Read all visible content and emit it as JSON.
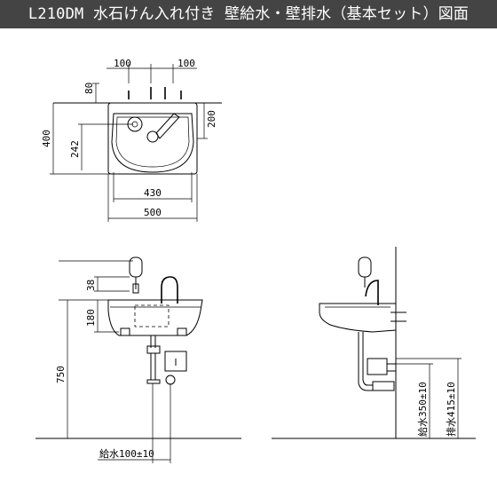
{
  "title": "L210DM 水石けん入れ付き 壁給水・壁排水（基本セット）図面",
  "dimensions": {
    "faucet_left_offset": "100",
    "faucet_right_offset": "100",
    "top_depth": "80",
    "total_depth": "400",
    "faucet_to_front": "242",
    "bowl_depth": "200",
    "bowl_width": "430",
    "total_width": "500",
    "faucet_height": "38",
    "basin_height": "180",
    "rim_height": "750",
    "supply_offset": "給水100±10",
    "supply_height": "給水350±10",
    "drain_height": "排水415±10"
  }
}
